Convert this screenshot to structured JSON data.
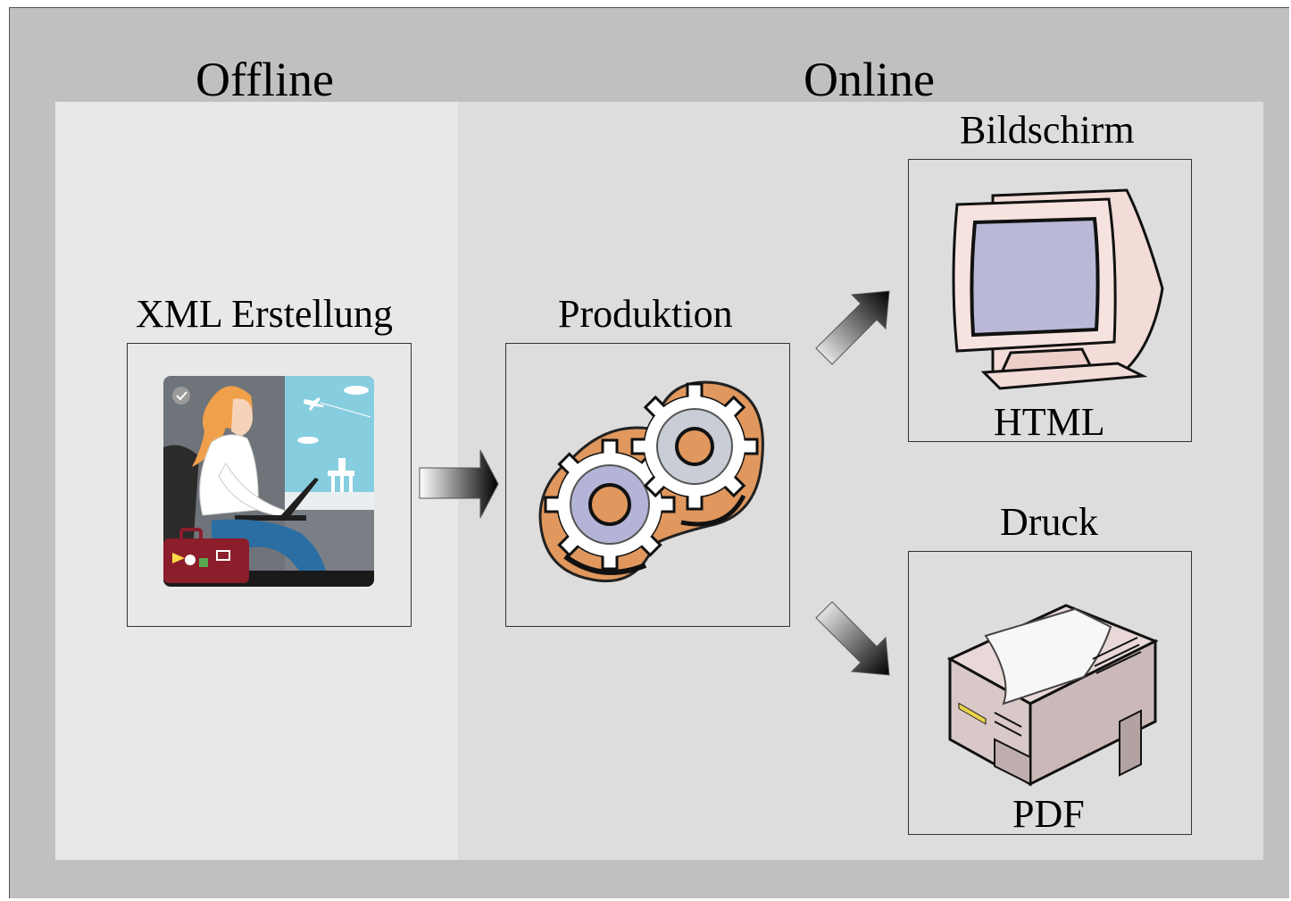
{
  "sections": {
    "offline": "Offline",
    "online": "Online"
  },
  "stages": {
    "creation": {
      "label": "XML Erstellung"
    },
    "production": {
      "label": "Produktion"
    },
    "screen": {
      "label": "Bildschirm",
      "format": "HTML"
    },
    "print": {
      "label": "Druck",
      "format": "PDF"
    }
  },
  "icons": [
    "woman-laptop-icon",
    "gears-icon",
    "monitor-icon",
    "printer-icon",
    "arrow-right-icon",
    "arrow-up-right-icon",
    "arrow-down-right-icon"
  ]
}
